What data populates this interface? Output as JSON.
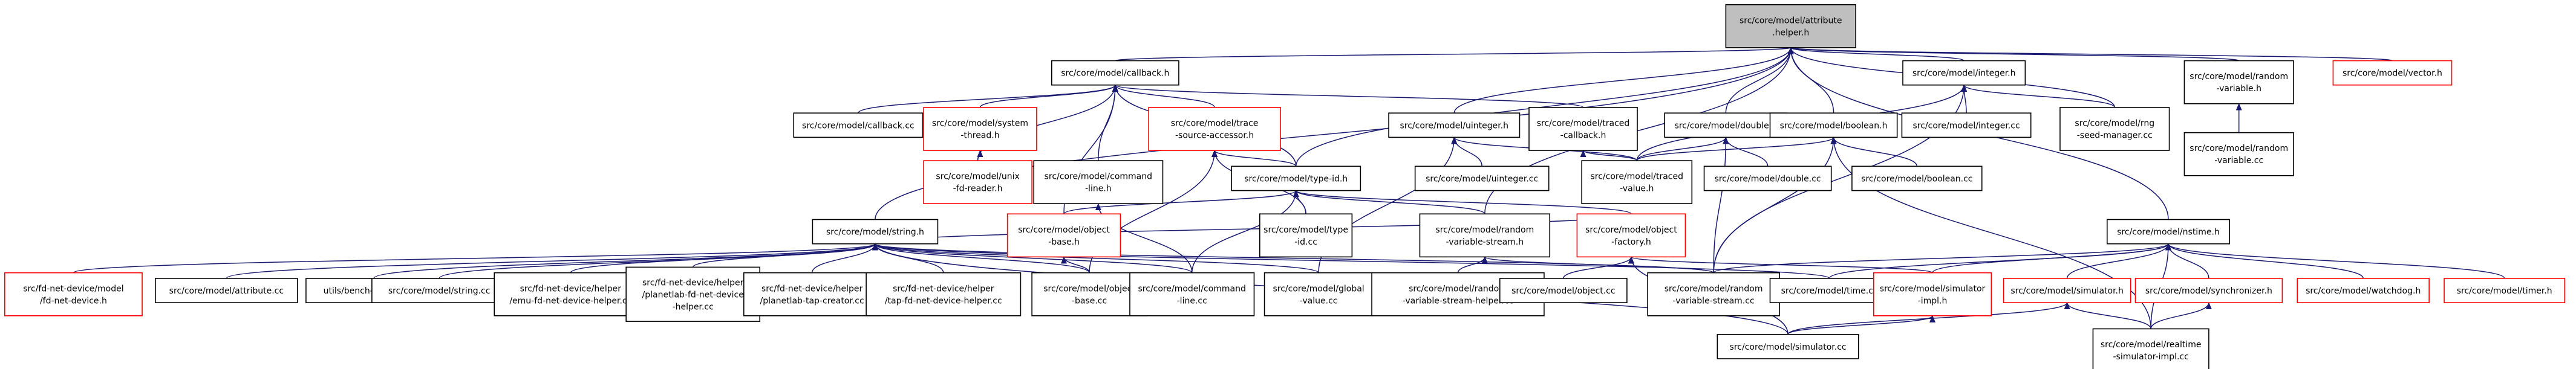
{
  "colors": {
    "documented_border": "#000000",
    "undocumented_border": "#ff0000",
    "root_fill": "#bfbfbf",
    "edge": "#191970",
    "background": "#ffffff"
  },
  "nodes": [
    {
      "id": "root",
      "lines": [
        "src/core/model/attribute",
        ".helper.h"
      ],
      "style": "root"
    },
    {
      "id": "callback_h",
      "lines": [
        "src/core/model/callback.h"
      ],
      "style": "doc"
    },
    {
      "id": "integer_h",
      "lines": [
        "src/core/model/integer.h"
      ],
      "style": "doc"
    },
    {
      "id": "random_variable_h",
      "lines": [
        "src/core/model/random",
        "-variable.h"
      ],
      "style": "doc"
    },
    {
      "id": "vector_h",
      "lines": [
        "src/core/model/vector.h"
      ],
      "style": "undoc"
    },
    {
      "id": "random_variable_cc",
      "lines": [
        "src/core/model/random",
        "-variable.cc"
      ],
      "style": "doc"
    },
    {
      "id": "callback_cc",
      "lines": [
        "src/core/model/callback.cc"
      ],
      "style": "doc"
    },
    {
      "id": "system_thread_h",
      "lines": [
        "src/core/model/system",
        "-thread.h"
      ],
      "style": "undoc"
    },
    {
      "id": "trace_source_accessor_h",
      "lines": [
        "src/core/model/trace",
        "-source-accessor.h"
      ],
      "style": "undoc"
    },
    {
      "id": "uinteger_h",
      "lines": [
        "src/core/model/uinteger.h"
      ],
      "style": "doc"
    },
    {
      "id": "traced_callback_h",
      "lines": [
        "src/core/model/traced",
        "-callback.h"
      ],
      "style": "doc"
    },
    {
      "id": "double_h",
      "lines": [
        "src/core/model/double.h"
      ],
      "style": "doc"
    },
    {
      "id": "boolean_h",
      "lines": [
        "src/core/model/boolean.h"
      ],
      "style": "doc"
    },
    {
      "id": "integer_cc",
      "lines": [
        "src/core/model/integer.cc"
      ],
      "style": "doc"
    },
    {
      "id": "rng_seed_manager_cc",
      "lines": [
        "src/core/model/rng",
        "-seed-manager.cc"
      ],
      "style": "doc"
    },
    {
      "id": "unix_fd_reader_h",
      "lines": [
        "src/core/model/unix",
        "-fd-reader.h"
      ],
      "style": "undoc"
    },
    {
      "id": "command_line_h",
      "lines": [
        "src/core/model/command",
        "-line.h"
      ],
      "style": "doc"
    },
    {
      "id": "type_id_h",
      "lines": [
        "src/core/model/type-id.h"
      ],
      "style": "doc"
    },
    {
      "id": "uinteger_cc",
      "lines": [
        "src/core/model/uinteger.cc"
      ],
      "style": "doc"
    },
    {
      "id": "traced_value_h",
      "lines": [
        "src/core/model/traced",
        "-value.h"
      ],
      "style": "doc"
    },
    {
      "id": "double_cc",
      "lines": [
        "src/core/model/double.cc"
      ],
      "style": "doc"
    },
    {
      "id": "boolean_cc",
      "lines": [
        "src/core/model/boolean.cc"
      ],
      "style": "doc"
    },
    {
      "id": "nstime_h",
      "lines": [
        "src/core/model/nstime.h"
      ],
      "style": "doc"
    },
    {
      "id": "string_h",
      "lines": [
        "src/core/model/string.h"
      ],
      "style": "doc"
    },
    {
      "id": "object_base_h",
      "lines": [
        "src/core/model/object",
        "-base.h"
      ],
      "style": "undoc"
    },
    {
      "id": "type_id_cc",
      "lines": [
        "src/core/model/type",
        "-id.cc"
      ],
      "style": "doc"
    },
    {
      "id": "random_variable_stream_h",
      "lines": [
        "src/core/model/random",
        "-variable-stream.h"
      ],
      "style": "doc"
    },
    {
      "id": "object_factory_h",
      "lines": [
        "src/core/model/object",
        "-factory.h"
      ],
      "style": "undoc"
    },
    {
      "id": "fd_net_device_h",
      "lines": [
        "src/fd-net-device/model",
        "/fd-net-device.h"
      ],
      "style": "undoc"
    },
    {
      "id": "attribute_cc",
      "lines": [
        "src/core/model/attribute.cc"
      ],
      "style": "doc"
    },
    {
      "id": "bench_simulator_cc",
      "lines": [
        "utils/bench-simulator.cc"
      ],
      "style": "doc"
    },
    {
      "id": "string_cc",
      "lines": [
        "src/core/model/string.cc"
      ],
      "style": "doc"
    },
    {
      "id": "emu_helper_cc",
      "lines": [
        "src/fd-net-device/helper",
        "/emu-fd-net-device-helper.cc"
      ],
      "style": "doc"
    },
    {
      "id": "planetlab_helper_h",
      "lines": [
        "src/fd-net-device/helper",
        "/planetlab-fd-net-device",
        "-helper.cc"
      ],
      "style": "doc"
    },
    {
      "id": "planetlab_tap_creator_cc",
      "lines": [
        "src/fd-net-device/helper",
        "/planetlab-tap-creator.cc"
      ],
      "style": "doc"
    },
    {
      "id": "tap_helper_cc",
      "lines": [
        "src/fd-net-device/helper",
        "/tap-fd-net-device-helper.cc"
      ],
      "style": "doc"
    },
    {
      "id": "object_base_cc",
      "lines": [
        "src/core/model/object",
        "-base.cc"
      ],
      "style": "doc"
    },
    {
      "id": "command_line_cc",
      "lines": [
        "src/core/model/command",
        "-line.cc"
      ],
      "style": "doc"
    },
    {
      "id": "global_value_cc",
      "lines": [
        "src/core/model/global",
        "-value.cc"
      ],
      "style": "doc"
    },
    {
      "id": "random_variable_stream_helper_cc",
      "lines": [
        "src/core/model/random",
        "-variable-stream-helper.cc"
      ],
      "style": "doc"
    },
    {
      "id": "object_cc",
      "lines": [
        "src/core/model/object.cc"
      ],
      "style": "doc"
    },
    {
      "id": "random_variable_stream_cc",
      "lines": [
        "src/core/model/random",
        "-variable-stream.cc"
      ],
      "style": "doc"
    },
    {
      "id": "time_cc",
      "lines": [
        "src/core/model/time.cc"
      ],
      "style": "doc"
    },
    {
      "id": "simulator_impl_h",
      "lines": [
        "src/core/model/simulator",
        "-impl.h"
      ],
      "style": "undoc"
    },
    {
      "id": "simulator_h",
      "lines": [
        "src/core/model/simulator.h"
      ],
      "style": "undoc"
    },
    {
      "id": "synchronizer_h",
      "lines": [
        "src/core/model/synchronizer.h"
      ],
      "style": "undoc"
    },
    {
      "id": "watchdog_h",
      "lines": [
        "src/core/model/watchdog.h"
      ],
      "style": "undoc"
    },
    {
      "id": "timer_h",
      "lines": [
        "src/core/model/timer.h"
      ],
      "style": "undoc"
    },
    {
      "id": "simulator_cc",
      "lines": [
        "src/core/model/simulator.cc"
      ],
      "style": "doc"
    },
    {
      "id": "realtime_simulator_impl_cc",
      "lines": [
        "src/core/model/realtime",
        "-simulator-impl.cc"
      ],
      "style": "doc"
    }
  ],
  "edges": [
    [
      "callback_h",
      "root"
    ],
    [
      "integer_h",
      "root"
    ],
    [
      "random_variable_h",
      "root"
    ],
    [
      "vector_h",
      "root"
    ],
    [
      "uinteger_h",
      "root"
    ],
    [
      "double_h",
      "root"
    ],
    [
      "boolean_h",
      "root"
    ],
    [
      "rng_seed_manager_cc",
      "root"
    ],
    [
      "type_id_h",
      "root"
    ],
    [
      "string_h",
      "root"
    ],
    [
      "nstime_h",
      "root"
    ],
    [
      "random_variable_stream_h",
      "root"
    ],
    [
      "random_variable_cc",
      "random_variable_h"
    ],
    [
      "callback_cc",
      "callback_h"
    ],
    [
      "system_thread_h",
      "callback_h"
    ],
    [
      "trace_source_accessor_h",
      "callback_h"
    ],
    [
      "traced_callback_h",
      "callback_h"
    ],
    [
      "unix_fd_reader_h",
      "callback_h"
    ],
    [
      "command_line_h",
      "callback_h"
    ],
    [
      "type_id_h",
      "callback_h"
    ],
    [
      "object_base_h",
      "callback_h"
    ],
    [
      "unix_fd_reader_h",
      "system_thread_h"
    ],
    [
      "type_id_h",
      "trace_source_accessor_h"
    ],
    [
      "type_id_cc",
      "trace_source_accessor_h"
    ],
    [
      "object_base_cc",
      "trace_source_accessor_h"
    ],
    [
      "uinteger_cc",
      "uinteger_h"
    ],
    [
      "traced_value_h",
      "uinteger_h"
    ],
    [
      "global_value_cc",
      "uinteger_h"
    ],
    [
      "traced_value_h",
      "traced_callback_h"
    ],
    [
      "traced_value_h",
      "double_h"
    ],
    [
      "double_cc",
      "double_h"
    ],
    [
      "random_variable_stream_cc",
      "double_h"
    ],
    [
      "traced_value_h",
      "boolean_h"
    ],
    [
      "boolean_cc",
      "boolean_h"
    ],
    [
      "random_variable_stream_cc",
      "boolean_h"
    ],
    [
      "realtime_simulator_impl_cc",
      "boolean_h"
    ],
    [
      "integer_cc",
      "integer_h"
    ],
    [
      "rng_seed_manager_cc",
      "integer_h"
    ],
    [
      "traced_value_h",
      "integer_h"
    ],
    [
      "random_variable_stream_cc",
      "integer_h"
    ],
    [
      "command_line_cc",
      "command_line_h"
    ],
    [
      "object_base_h",
      "type_id_h"
    ],
    [
      "type_id_cc",
      "type_id_h"
    ],
    [
      "random_variable_stream_h",
      "type_id_h"
    ],
    [
      "object_factory_h",
      "type_id_h"
    ],
    [
      "command_line_cc",
      "type_id_h"
    ],
    [
      "random_variable_stream_helper_cc",
      "random_variable_stream_h"
    ],
    [
      "random_variable_stream_cc",
      "random_variable_stream_h"
    ],
    [
      "object_cc",
      "object_factory_h"
    ],
    [
      "simulator_cc",
      "object_factory_h"
    ],
    [
      "simulator_impl_h",
      "object_factory_h"
    ],
    [
      "object_base_cc",
      "object_base_h"
    ],
    [
      "fd_net_device_h",
      "string_h"
    ],
    [
      "attribute_cc",
      "string_h"
    ],
    [
      "bench_simulator_cc",
      "string_h"
    ],
    [
      "string_cc",
      "string_h"
    ],
    [
      "emu_helper_cc",
      "string_h"
    ],
    [
      "planetlab_helper_h",
      "string_h"
    ],
    [
      "planetlab_tap_creator_cc",
      "string_h"
    ],
    [
      "tap_helper_cc",
      "string_h"
    ],
    [
      "object_base_cc",
      "string_h"
    ],
    [
      "command_line_cc",
      "string_h"
    ],
    [
      "global_value_cc",
      "string_h"
    ],
    [
      "random_variable_stream_cc",
      "string_h"
    ],
    [
      "time_cc",
      "string_h"
    ],
    [
      "object_factory_h",
      "string_h"
    ],
    [
      "simulator_cc",
      "string_h"
    ],
    [
      "time_cc",
      "nstime_h"
    ],
    [
      "simulator_impl_h",
      "nstime_h"
    ],
    [
      "simulator_h",
      "nstime_h"
    ],
    [
      "synchronizer_h",
      "nstime_h"
    ],
    [
      "watchdog_h",
      "nstime_h"
    ],
    [
      "timer_h",
      "nstime_h"
    ],
    [
      "realtime_simulator_impl_cc",
      "nstime_h"
    ],
    [
      "random_variable_stream_cc",
      "nstime_h"
    ],
    [
      "simulator_cc",
      "simulator_impl_h"
    ],
    [
      "simulator_cc",
      "simulator_h"
    ],
    [
      "realtime_simulator_impl_cc",
      "simulator_h"
    ],
    [
      "realtime_simulator_impl_cc",
      "synchronizer_h"
    ]
  ]
}
